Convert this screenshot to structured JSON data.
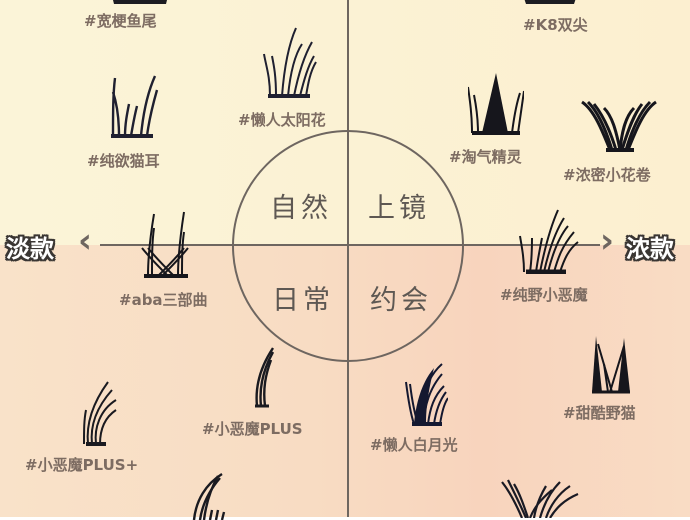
{
  "diagram": {
    "axes": {
      "left_label": "淡款",
      "right_label": "浓款",
      "left_arrow": "‹",
      "right_arrow": "›"
    },
    "quadrants": {
      "top_left": "自然",
      "top_right": "上镜",
      "bottom_left": "日常",
      "bottom_right": "约会"
    },
    "colors": {
      "top_bg": "#fbf4d8",
      "bottom_bg": "#f8dcc3",
      "line": "#6e6660",
      "tag_text": "#7d6c62"
    },
    "items": [
      {
        "name": "#宽梗鱼尾",
        "quadrant": "top_left"
      },
      {
        "name": "#懒人太阳花",
        "quadrant": "top_left"
      },
      {
        "name": "#纯欲猫耳",
        "quadrant": "top_left"
      },
      {
        "name": "#K8双尖",
        "quadrant": "top_right"
      },
      {
        "name": "#淘气精灵",
        "quadrant": "top_right"
      },
      {
        "name": "#浓密小花卷",
        "quadrant": "top_right"
      },
      {
        "name": "#aba三部曲",
        "quadrant": "bottom_left"
      },
      {
        "name": "#小恶魔PLUS",
        "quadrant": "bottom_left"
      },
      {
        "name": "#小恶魔PLUS+",
        "quadrant": "bottom_left"
      },
      {
        "name": "#纯野小恶魔",
        "quadrant": "bottom_right"
      },
      {
        "name": "#甜酷野猫",
        "quadrant": "bottom_right"
      },
      {
        "name": "#懒人白月光",
        "quadrant": "bottom_right"
      }
    ]
  }
}
